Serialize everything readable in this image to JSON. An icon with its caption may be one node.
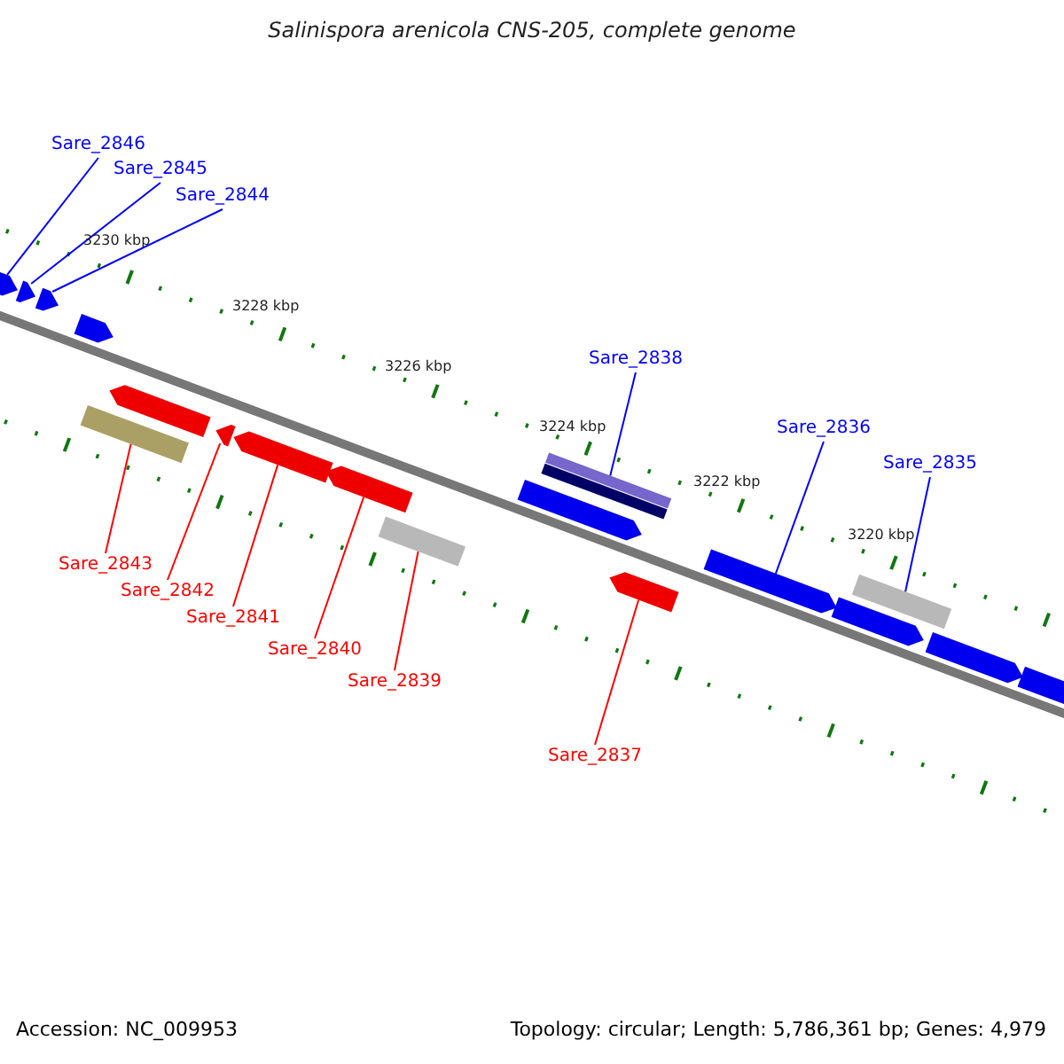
{
  "diagram": {
    "title": "Salinispora arenicola CNS-205, complete genome",
    "nodes": [
      {
        "text": [
          "Sare_2846"
        ]
      },
      {
        "text": [
          "Sare_2845"
        ]
      },
      {
        "text": [
          "Sare_2844"
        ]
      },
      {
        "text": [
          "Sare_2838"
        ]
      },
      {
        "text": [
          "Sare_2836"
        ]
      },
      {
        "text": [
          "Sare_2835"
        ]
      },
      {
        "text": [
          "Sare_2843"
        ]
      },
      {
        "text": [
          "Sare_2842"
        ]
      },
      {
        "text": [
          "Sare_2841"
        ]
      },
      {
        "text": [
          "Sare_2840"
        ]
      },
      {
        "text": [
          "Sare_2839"
        ]
      },
      {
        "text": [
          "Sare_2837"
        ]
      },
      {
        "text": [],
        "shape": "pentagon"
      },
      {
        "text": [],
        "shape": "pentagon"
      },
      {
        "text": [],
        "shape": "pentagon"
      },
      {
        "text": [],
        "shape": "pentagon"
      },
      {
        "text": [],
        "shape": "bar"
      },
      {
        "text": [],
        "shape": "pentagon"
      },
      {
        "text": [],
        "shape": "pentagon"
      },
      {
        "text": [],
        "shape": "pentagon"
      },
      {
        "text": [],
        "shape": "pentagon"
      },
      {
        "text": [],
        "shape": "bar"
      },
      {
        "text": [],
        "shape": "pentagon"
      },
      {
        "text": [],
        "shape": "bar"
      },
      {
        "text": [],
        "shape": "bar"
      },
      {
        "text": [],
        "shape": "pentagon"
      },
      {
        "text": [],
        "shape": "pentagon"
      },
      {
        "text": [],
        "shape": "pentagon"
      },
      {
        "text": [],
        "shape": "bar"
      },
      {
        "text": [],
        "shape": "pentagon"
      },
      {
        "text": [],
        "shape": "pentagon"
      }
    ],
    "edges": [
      {
        "from": 0,
        "to": 12,
        "arrow": "none",
        "color": "#0000ff"
      },
      {
        "from": 1,
        "to": 13,
        "arrow": "none",
        "color": "#0000ff"
      },
      {
        "from": 2,
        "to": 14,
        "arrow": "none",
        "color": "#0000ff"
      },
      {
        "from": 3,
        "to": 23,
        "arrow": "none",
        "color": "#0000ff"
      },
      {
        "from": 4,
        "to": 26,
        "arrow": "none",
        "color": "#0000ff"
      },
      {
        "from": 5,
        "to": 28,
        "arrow": "none",
        "color": "#0000ff"
      },
      {
        "from": 6,
        "to": 16,
        "arrow": "none",
        "color": "#ff0000"
      },
      {
        "from": 7,
        "to": 18,
        "arrow": "none",
        "color": "#ff0000"
      },
      {
        "from": 8,
        "to": 19,
        "arrow": "none",
        "color": "#ff0000"
      },
      {
        "from": 9,
        "to": 20,
        "arrow": "none",
        "color": "#ff0000"
      },
      {
        "from": 10,
        "to": 21,
        "arrow": "none",
        "color": "#ff0000"
      },
      {
        "from": 11,
        "to": 25,
        "arrow": "none",
        "color": "#ff0000"
      }
    ],
    "labels": [
      "3230 kbp",
      "3228 kbp",
      "3226 kbp",
      "3224 kbp",
      "3222 kbp",
      "3220 kbp",
      "Accession: NC_009953",
      "Topology: circular; Length: 5,786,361 bp; Genes: 4,979"
    ]
  }
}
